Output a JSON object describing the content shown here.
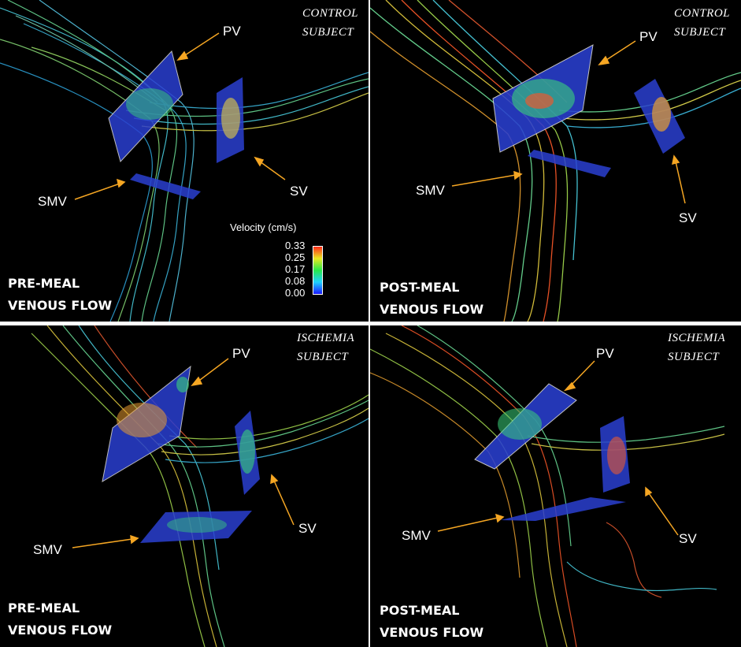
{
  "panels": [
    {
      "subject": [
        "CONTROL",
        "SUBJECT"
      ],
      "caption": [
        "PRE-MEAL",
        "VENOUS FLOW"
      ],
      "labels": {
        "pv": "PV",
        "sv": "SV",
        "smv": "SMV"
      }
    },
    {
      "subject": [
        "CONTROL",
        "SUBJECT"
      ],
      "caption": [
        "POST-MEAL",
        "VENOUS FLOW"
      ],
      "labels": {
        "pv": "PV",
        "sv": "SV",
        "smv": "SMV"
      }
    },
    {
      "subject": [
        "ISCHEMIA",
        "SUBJECT"
      ],
      "caption": [
        "PRE-MEAL",
        "VENOUS FLOW"
      ],
      "labels": {
        "pv": "PV",
        "sv": "SV",
        "smv": "SMV"
      }
    },
    {
      "subject": [
        "ISCHEMIA",
        "SUBJECT"
      ],
      "caption": [
        "POST-MEAL",
        "VENOUS FLOW"
      ],
      "labels": {
        "pv": "PV",
        "sv": "SV",
        "smv": "SMV"
      }
    }
  ],
  "legend": {
    "title": "Velocity (cm/s)",
    "ticks": [
      "0.33",
      "0.25",
      "0.17",
      "0.08",
      "0.00"
    ],
    "colors": [
      "#1a1aff",
      "#1fd2ff",
      "#27e84a",
      "#e8e820",
      "#ff2a1a"
    ]
  },
  "arrow_color": "#f5a623"
}
